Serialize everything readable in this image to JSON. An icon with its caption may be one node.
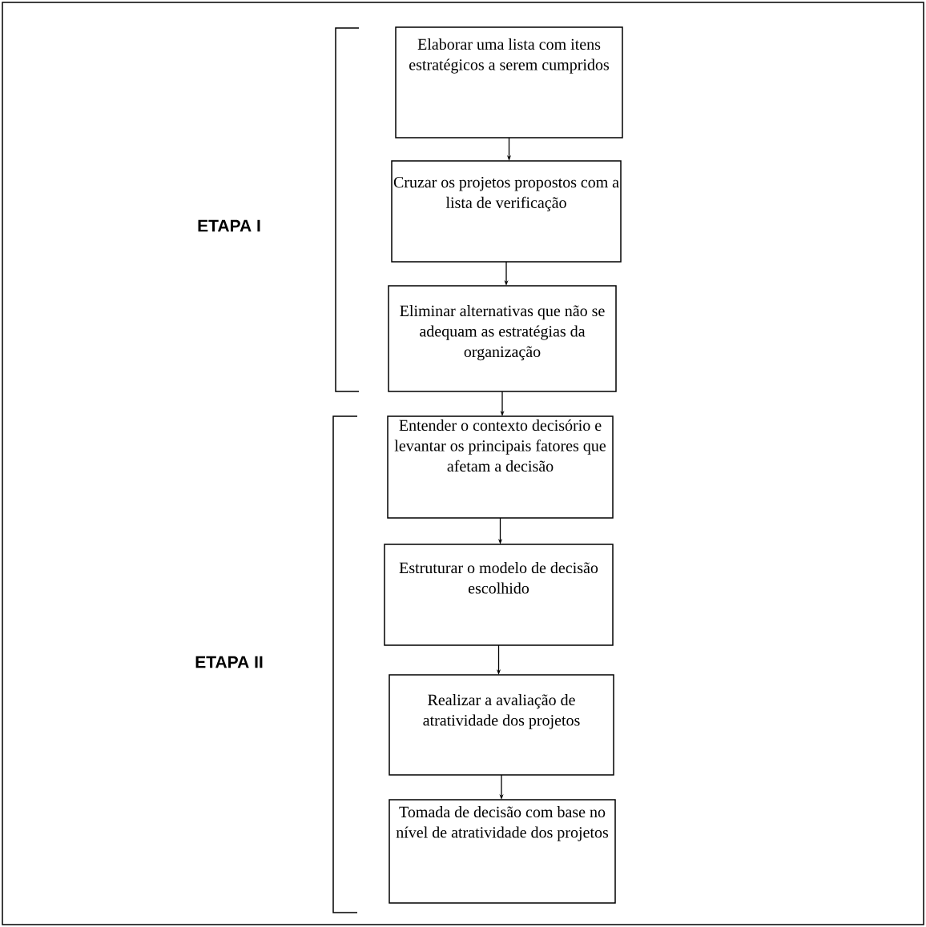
{
  "diagram": {
    "nodes": [
      {
        "text": [
          "Elaborar uma lista com itens estratégicos a serem cumpridos"
        ]
      },
      {
        "text": [
          "Cruzar os projetos propostos com a lista de verificação"
        ]
      },
      {
        "text": [
          "Eliminar alternativas que não se adequam as estratégias da organização"
        ]
      },
      {
        "text": [
          "Entender o contexto decisório e levantar os principais fatores que afetam a decisão"
        ]
      },
      {
        "text": [
          "Estruturar o modelo de decisão escolhido"
        ]
      },
      {
        "text": [
          "Realizar a avaliação de atratividade dos projetos"
        ]
      },
      {
        "text": [
          "Tomada de decisão com base no nível de atratividade dos projetos"
        ]
      }
    ],
    "edges": [
      {
        "from": 0,
        "to": 1,
        "arrow": "to"
      },
      {
        "from": 1,
        "to": 2,
        "arrow": "to"
      },
      {
        "from": 2,
        "to": 3,
        "arrow": "to"
      },
      {
        "from": 3,
        "to": 4,
        "arrow": "to"
      },
      {
        "from": 4,
        "to": 5,
        "arrow": "to"
      },
      {
        "from": 5,
        "to": 6,
        "arrow": "to"
      }
    ],
    "labels": [
      "ETAPA I",
      "ETAPA II"
    ]
  }
}
